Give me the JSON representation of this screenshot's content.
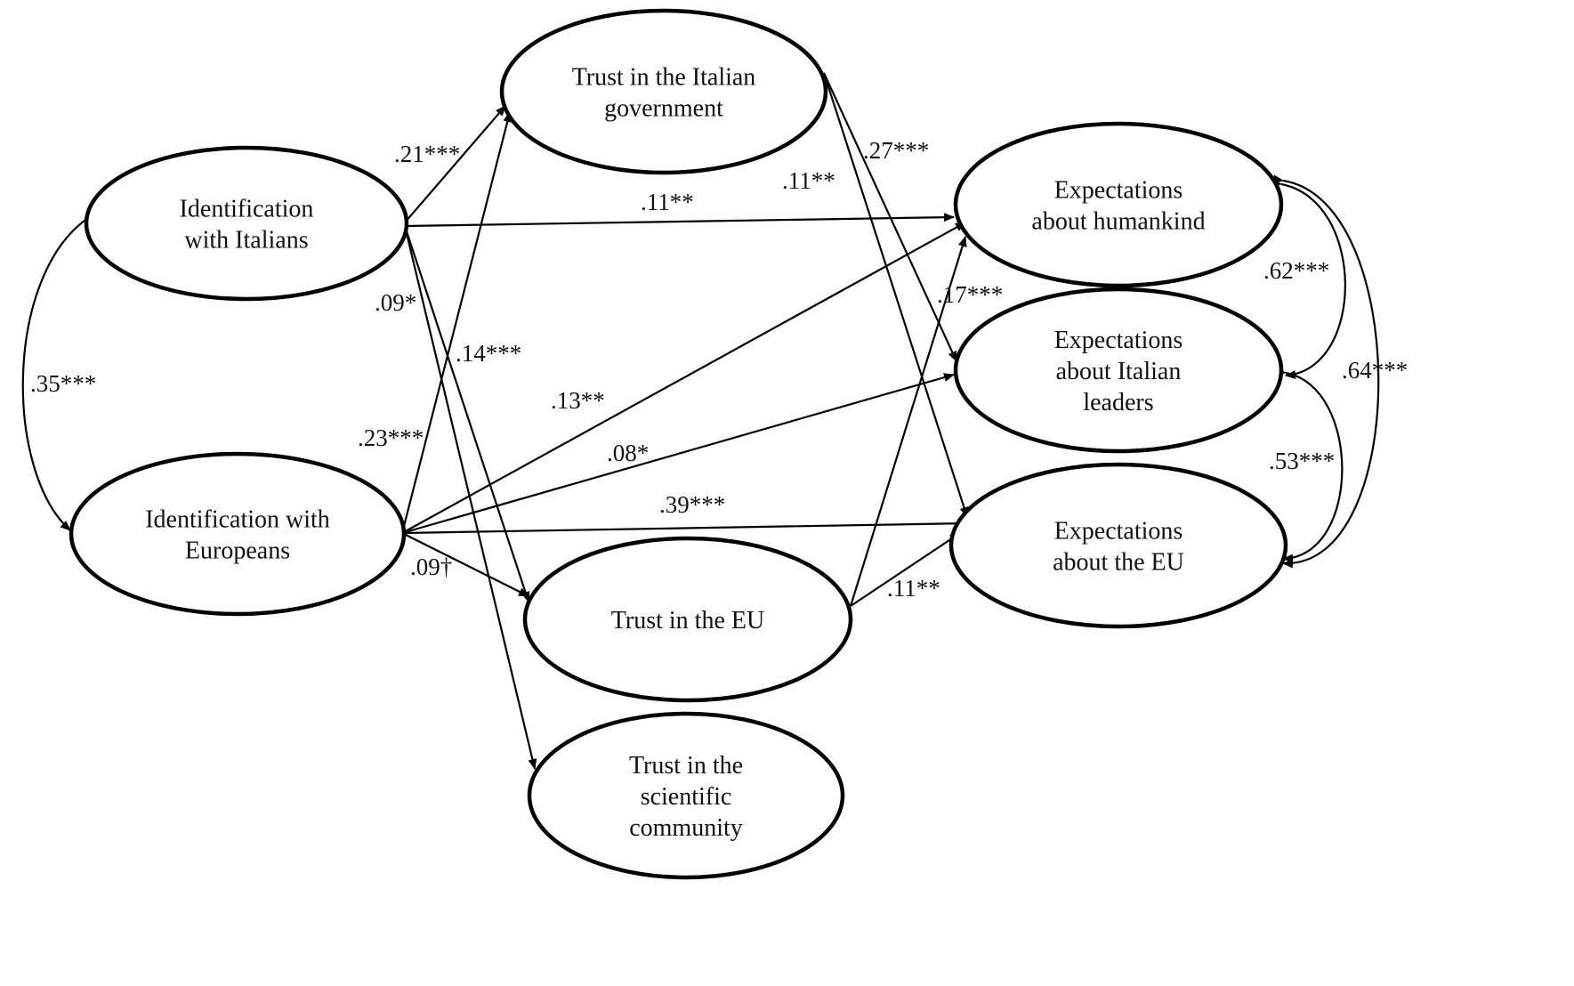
{
  "nodes": {
    "id_italians": {
      "lines": [
        "Identification",
        "with Italians"
      ]
    },
    "id_europeans": {
      "lines": [
        "Identification with",
        "Europeans"
      ]
    },
    "trust_gov": {
      "lines": [
        "Trust in the Italian",
        "government"
      ]
    },
    "trust_eu": {
      "lines": [
        "Trust in the EU"
      ]
    },
    "trust_sci": {
      "lines": [
        "Trust in the",
        "scientific",
        "community"
      ]
    },
    "exp_human": {
      "lines": [
        "Expectations",
        "about humankind"
      ]
    },
    "exp_leaders": {
      "lines": [
        "Expectations",
        "about Italian",
        "leaders"
      ]
    },
    "exp_eu": {
      "lines": [
        "Expectations",
        "about the EU"
      ]
    }
  },
  "paths": [
    {
      "from": "id_italians",
      "to": "trust_gov",
      "coef": ".21***"
    },
    {
      "from": "id_italians",
      "to": "exp_human",
      "coef": ".11**"
    },
    {
      "from": "id_italians",
      "to": "trust_eu",
      "coef": ".09*"
    },
    {
      "from": "id_italians",
      "to": "trust_sci",
      "coef": ".14***"
    },
    {
      "from": "id_europeans",
      "to": "trust_gov",
      "coef": ".23***"
    },
    {
      "from": "id_europeans",
      "to": "exp_human",
      "coef": ".13**"
    },
    {
      "from": "id_europeans",
      "to": "exp_leaders",
      "coef": ".08*"
    },
    {
      "from": "id_europeans",
      "to": "exp_eu",
      "coef": ".39***"
    },
    {
      "from": "id_europeans",
      "to": "trust_eu",
      "coef": ".09†"
    },
    {
      "from": "trust_gov",
      "to": "exp_leaders",
      "coef": ".27***"
    },
    {
      "from": "trust_gov",
      "to": "exp_eu",
      "coef": ".11**"
    },
    {
      "from": "trust_eu",
      "to": "exp_human",
      "coef": ".17***"
    },
    {
      "from": "trust_eu",
      "to": "exp_eu",
      "coef": ".11**"
    }
  ],
  "correlations": [
    {
      "between": [
        "id_italians",
        "id_europeans"
      ],
      "coef": ".35***"
    },
    {
      "between": [
        "exp_human",
        "exp_leaders"
      ],
      "coef": ".62***"
    },
    {
      "between": [
        "exp_leaders",
        "exp_eu"
      ],
      "coef": ".53***"
    },
    {
      "between": [
        "exp_human",
        "exp_eu"
      ],
      "coef": ".64***"
    }
  ]
}
